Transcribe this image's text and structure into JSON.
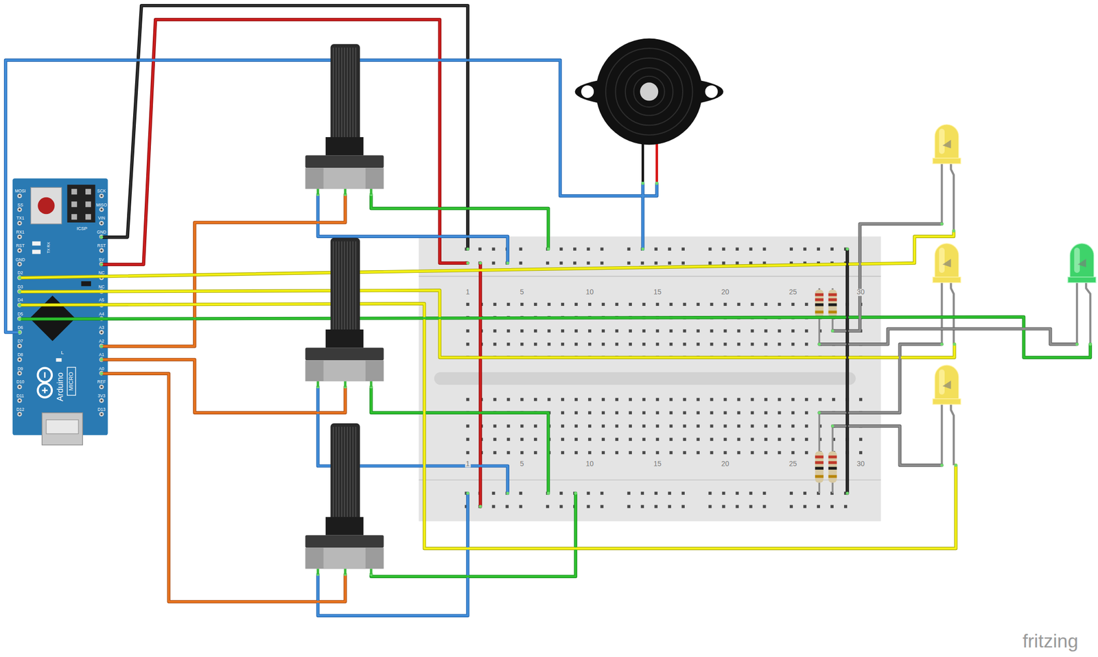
{
  "diagram": {
    "labels": [
      "MOSI",
      "SS",
      "TX1",
      "RX1",
      "RST",
      "GND",
      "D2",
      "D3",
      "D4",
      "D5",
      "D6",
      "D7",
      "D8",
      "D9",
      "D10",
      "D11",
      "D12",
      "SCK",
      "MISO",
      "VIN",
      "GND",
      "RST",
      "5V",
      "NC",
      "NC",
      "A5",
      "A4",
      "A3",
      "A2",
      "A1",
      "A0",
      "REF",
      "3V3",
      "D13",
      "ICSP",
      "TX RX",
      "L",
      "Arduino",
      "MICRO",
      "1",
      "5",
      "10",
      "15",
      "20",
      "25",
      "30",
      "1",
      "5",
      "10",
      "15",
      "20",
      "25",
      "30",
      "fritzing"
    ]
  }
}
